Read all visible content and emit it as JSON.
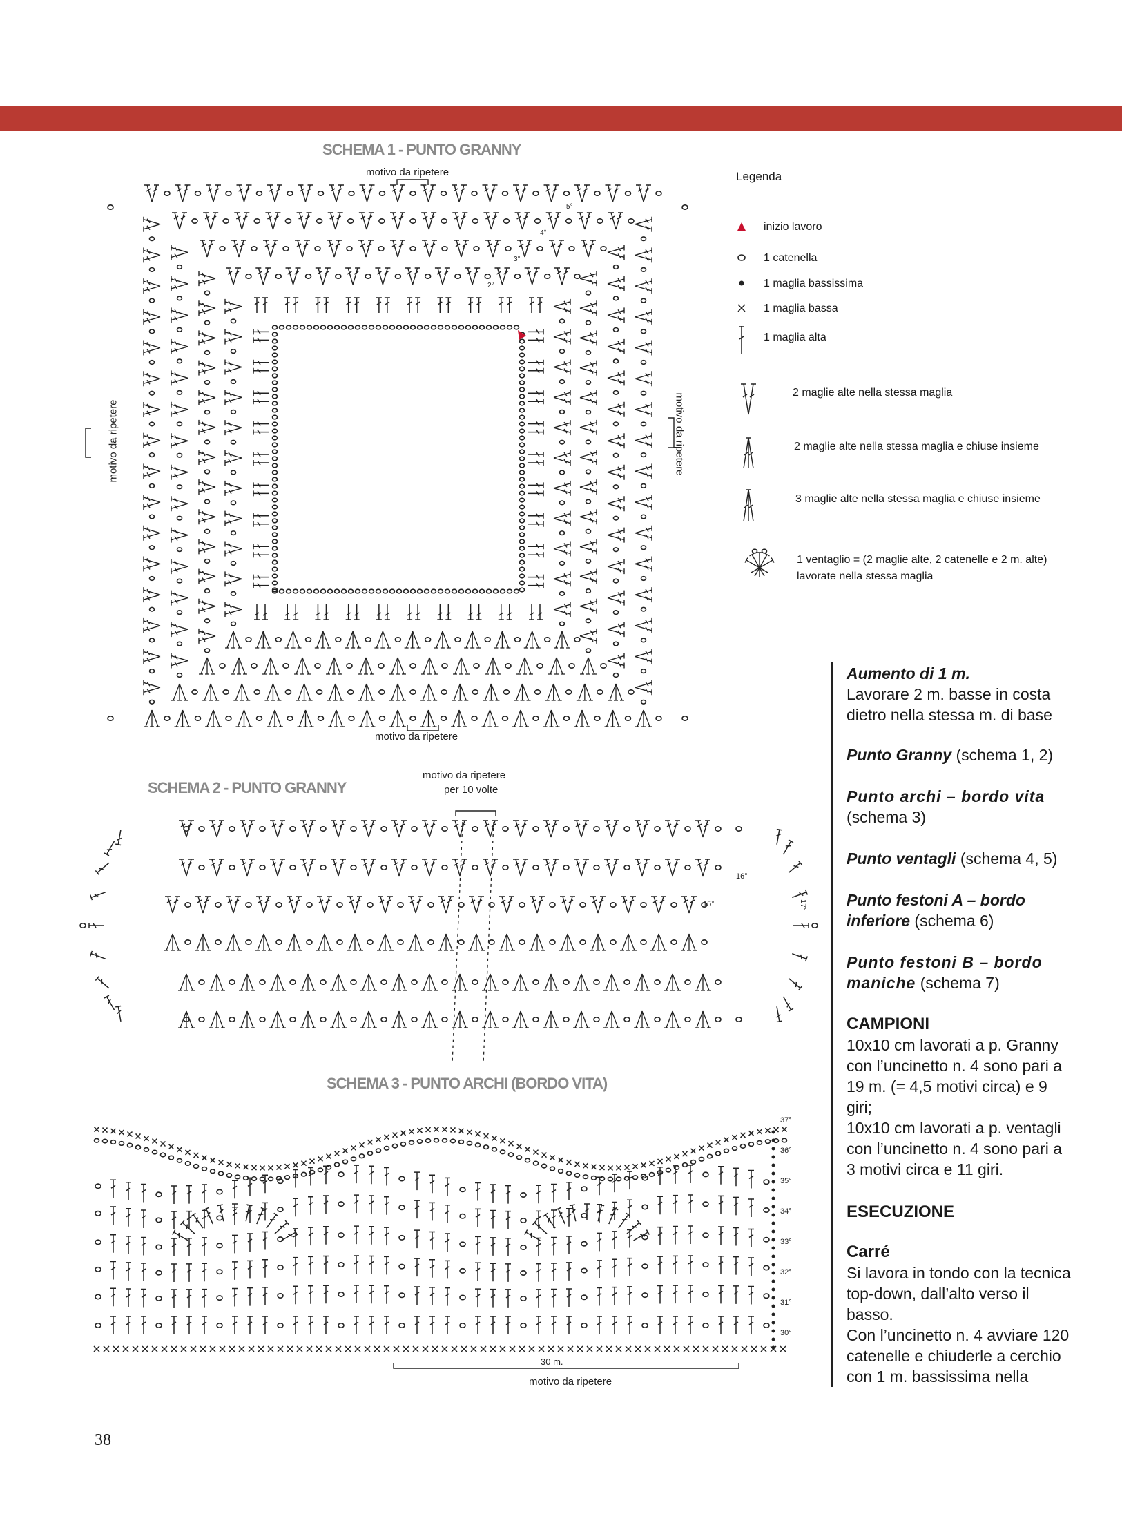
{
  "schema1_title": "SCHEMA 1 - PUNTO GRANNY",
  "schema2_title": "SCHEMA 2 - PUNTO GRANNY",
  "schema3_title": "SCHEMA 3 - PUNTO ARCHI (BORDO VITA)",
  "repeat_label": "motivo da ripetere",
  "repeat_label_line2": "per 10 volte",
  "schema1_rounds": [
    "5°",
    "4°",
    "3°",
    "2°"
  ],
  "schema2_rounds": [
    "16°",
    "15°",
    "17°"
  ],
  "schema3_rounds": [
    "37°",
    "36°",
    "35°",
    "34°",
    "33°",
    "32°",
    "31°",
    "30°"
  ],
  "schema3_width_label": "30 m.",
  "legend": {
    "title": "Legenda",
    "items": [
      {
        "symbol": "start-triangle",
        "label": "inizio lavoro"
      },
      {
        "symbol": "chain-circle",
        "label": "1 catenella"
      },
      {
        "symbol": "slip-dot",
        "label": "1 maglia bassissima"
      },
      {
        "symbol": "single-cross",
        "label": "1 maglia bassa"
      },
      {
        "symbol": "double-t",
        "label": "1 maglia alta"
      },
      {
        "symbol": "v-two-double",
        "label": "2 maglie alte nella stessa maglia"
      },
      {
        "symbol": "cluster-two",
        "label": "2 maglie alte nella stessa  maglia e chiuse insieme"
      },
      {
        "symbol": "cluster-three",
        "label": "3 maglie alte nella stessa  maglia e chiuse insieme"
      },
      {
        "symbol": "fan",
        "label": "1 ventaglio = (2 maglie alte, 2 catenelle e 2 m. alte)",
        "label2": "lavorate nella stessa maglia"
      }
    ]
  },
  "text": {
    "aumento_title": "Aumento di 1 m.",
    "aumento_body": "Lavorare 2 m. basse in costa dietro nella stessa m. di base",
    "granny_title": "Punto Granny",
    "granny_ref": " (schema 1, 2)",
    "archi_title": "Punto archi – bordo vita",
    "archi_ref": "(schema 3)",
    "ventagli_title": "Punto ventagli",
    "ventagli_ref": " (schema 4, 5)",
    "festoniA_title": "Punto festoni A – bordo inferiore",
    "festoniA_ref": " (schema 6)",
    "festoniB_title": "Punto festoni B – bordo maniche",
    "festoniB_ref": " (schema 7)",
    "campioni_title": "CAMPIONI",
    "campioni_body1": "10x10 cm lavorati a p. Granny con l’uncinetto n. 4 sono pari a 19 m. (= 4,5 motivi circa) e 9 giri;",
    "campioni_body2": "10x10 cm lavorati a p. ventagli con l’uncinetto n. 4 sono pari a 3 motivi circa e 11 giri.",
    "esecuzione_title": "ESECUZIONE",
    "carre_title": "Carré",
    "carre_body1": "Si lavora in tondo con la tecnica top-down, dall’alto verso il basso.",
    "carre_body2": "Con l’uncinetto n. 4 avviare 120 catenelle e chiuderle a cerchio con 1 m. bassissima nella"
  },
  "page_number": "38",
  "colors": {
    "accent_bar": "#b93a32",
    "start_marker": "#c8102e",
    "title_gray": "#8a8a8a"
  }
}
